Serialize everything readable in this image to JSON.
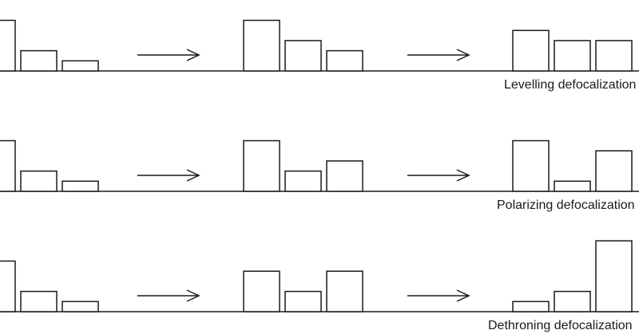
{
  "colors": {
    "stroke": "#1a1a1a",
    "bar_fill": "#ffffff",
    "background": "#ffffff"
  },
  "rows": [
    {
      "caption": "Levelling defocalization",
      "stages": [
        {
          "values": [
            5,
            2,
            1
          ]
        },
        {
          "values": [
            5,
            3,
            2
          ]
        },
        {
          "values": [
            4,
            3,
            3
          ]
        }
      ]
    },
    {
      "caption": "Polarizing defocalization",
      "stages": [
        {
          "values": [
            5,
            2,
            1
          ]
        },
        {
          "values": [
            5,
            2,
            3
          ]
        },
        {
          "values": [
            5,
            1,
            4
          ]
        }
      ]
    },
    {
      "caption": "Dethroning defocalization",
      "stages": [
        {
          "values": [
            5,
            2,
            1
          ]
        },
        {
          "values": [
            4,
            2,
            4
          ]
        },
        {
          "values": [
            1,
            2,
            7
          ]
        }
      ]
    }
  ],
  "connector_icon": "right-arrow-icon"
}
